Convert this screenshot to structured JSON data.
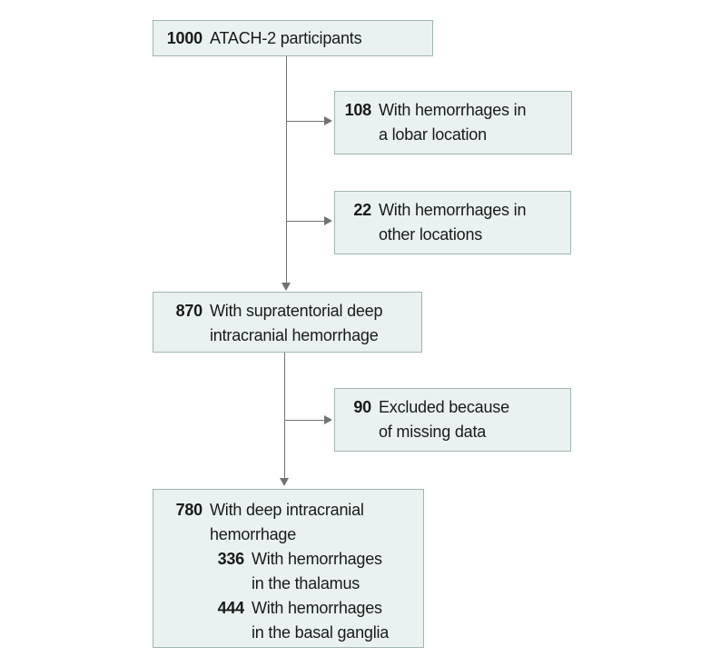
{
  "figure": {
    "type": "flowchart",
    "colors": {
      "box_fill": "#e9f2f1",
      "box_border": "#9fb5b3",
      "line_color": "#6f7472",
      "text_color": "#1a1a1a",
      "background": "#ffffff"
    }
  },
  "boxes": [
    {
      "id": "participants",
      "number": "1000",
      "lines": [
        "ATACH-2 participants"
      ]
    },
    {
      "id": "lobar",
      "number": "108",
      "lines": [
        "With hemorrhages in",
        "a lobar location"
      ]
    },
    {
      "id": "other-locations",
      "number": "22",
      "lines": [
        "With hemorrhages in",
        "other locations"
      ]
    },
    {
      "id": "supratentorial",
      "number": "870",
      "lines": [
        "With supratentorial deep",
        "intracranial hemorrhage"
      ]
    },
    {
      "id": "excluded",
      "number": "90",
      "lines": [
        "Excluded because",
        "of missing data"
      ]
    },
    {
      "id": "deep-hemorrhage",
      "number": "780",
      "lines": [
        "With deep intracranial",
        "hemorrhage"
      ],
      "sub_items": [
        {
          "number": "336",
          "lines": [
            "With hemorrhages",
            "in the thalamus"
          ]
        },
        {
          "number": "444",
          "lines": [
            "With hemorrhages",
            "in the basal ganglia"
          ]
        }
      ]
    }
  ]
}
